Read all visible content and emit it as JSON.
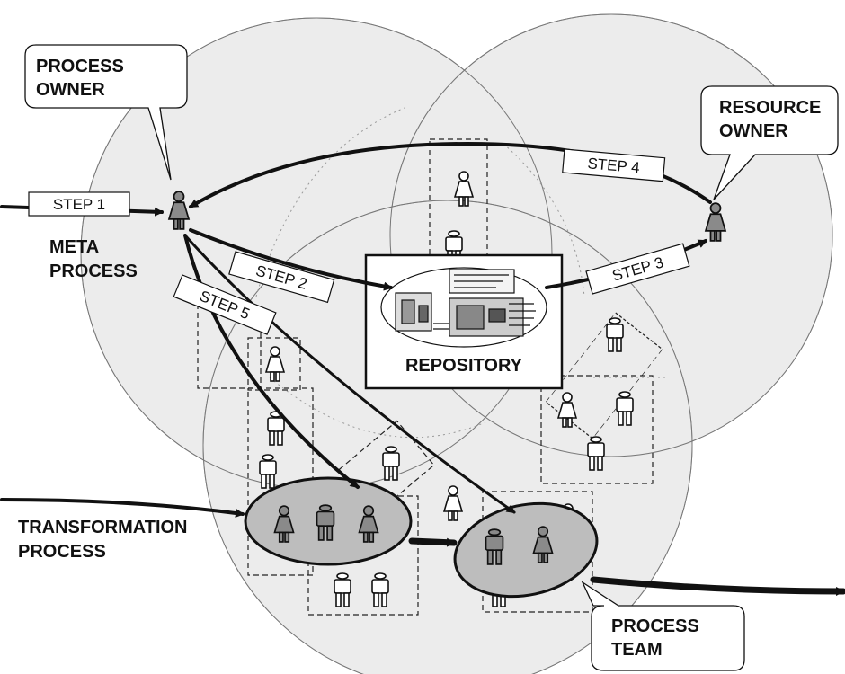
{
  "labels": {
    "process_owner": [
      "PROCESS",
      "OWNER"
    ],
    "resource_owner": [
      "RESOURCE",
      "OWNER"
    ],
    "meta_process": [
      "META",
      "PROCESS"
    ],
    "transformation_process": [
      "TRANSFORMATION",
      "PROCESS"
    ],
    "process_team": [
      "PROCESS",
      "TEAM"
    ],
    "repository": "REPOSITORY"
  },
  "steps": [
    "STEP 1",
    "STEP 2",
    "STEP 3",
    "STEP 4",
    "STEP 5"
  ],
  "colors": {
    "circle_fill": "#ececec",
    "person_fill": "#ffffff",
    "owner_fill": "#8a8a8a",
    "team_oval_fill": "#bdbdbd"
  }
}
